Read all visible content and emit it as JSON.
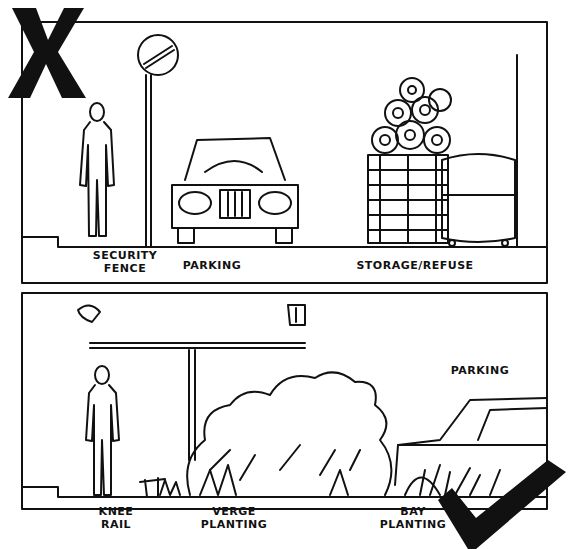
{
  "diagram": {
    "labels": [
      "SECURITY FENCE",
      "PARKING",
      "STORAGE/REFUSE",
      "PARKING",
      "KNEE RAIL",
      "VERGE PLANTING",
      "BAY PLANTING"
    ]
  }
}
